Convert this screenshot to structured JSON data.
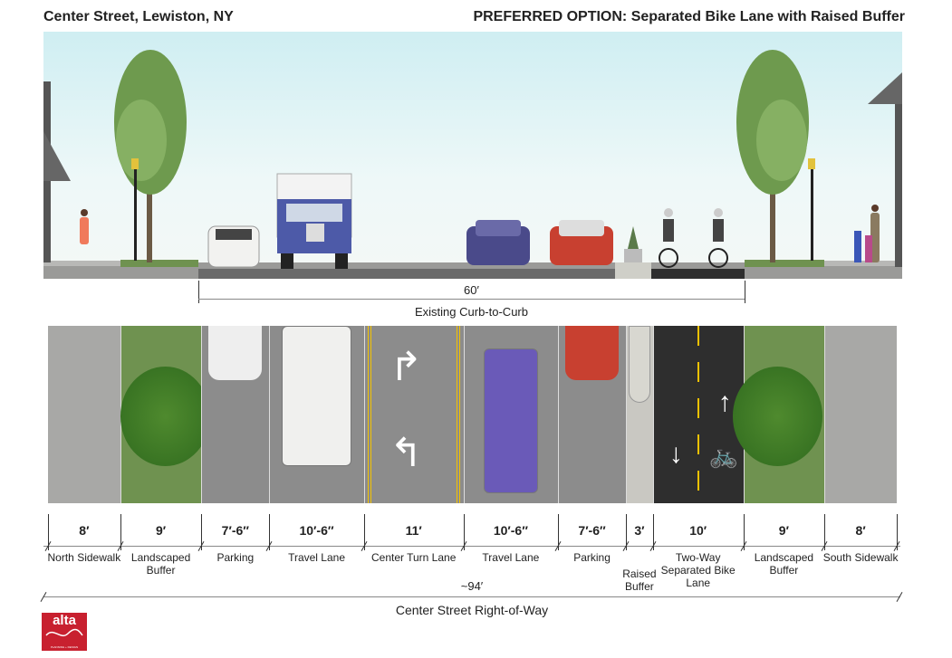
{
  "header": {
    "title_left": "Center Street, Lewiston, NY",
    "title_right": "PREFERRED OPTION: Separated Bike Lane with Raised Buffer"
  },
  "curb_to_curb": {
    "dimension": "60′",
    "label": "Existing Curb-to-Curb"
  },
  "segments": [
    {
      "dim": "8′",
      "feet": 8,
      "name": "North Sidewalk",
      "kind": "sidewalk"
    },
    {
      "dim": "9′",
      "feet": 9,
      "name": "Landscaped Buffer",
      "kind": "landscape"
    },
    {
      "dim": "7′-6″",
      "feet": 7.5,
      "name": "Parking",
      "kind": "parking"
    },
    {
      "dim": "10′-6″",
      "feet": 10.5,
      "name": "Travel Lane",
      "kind": "travel"
    },
    {
      "dim": "11′",
      "feet": 11,
      "name": "Center Turn Lane",
      "kind": "turn"
    },
    {
      "dim": "10′-6″",
      "feet": 10.5,
      "name": "Travel Lane",
      "kind": "travel"
    },
    {
      "dim": "7′-6″",
      "feet": 7.5,
      "name": "Parking",
      "kind": "parking"
    },
    {
      "dim": "3′",
      "feet": 3,
      "name": "Raised Buffer",
      "kind": "buffer"
    },
    {
      "dim": "10′",
      "feet": 10,
      "name": "Two-Way Separated Bike Lane",
      "kind": "bike"
    },
    {
      "dim": "9′",
      "feet": 9,
      "name": "Landscaped Buffer",
      "kind": "landscape"
    },
    {
      "dim": "8′",
      "feet": 8,
      "name": "South Sidewalk",
      "kind": "sidewalk"
    }
  ],
  "right_of_way": {
    "dimension": "~94′",
    "label": "Center Street Right-of-Way"
  },
  "logo": {
    "text": "alta",
    "subtext": "PLANNING + DESIGN"
  },
  "colors": {
    "sidewalk": "#a8a8a6",
    "landscape": "#6f9250",
    "parking": "#8c8c8c",
    "travel": "#8c8c8c",
    "turn": "#8c8c8c",
    "buffer": "#c9c8c2",
    "bike": "#2e2e2e",
    "logo": "#c8202f"
  }
}
